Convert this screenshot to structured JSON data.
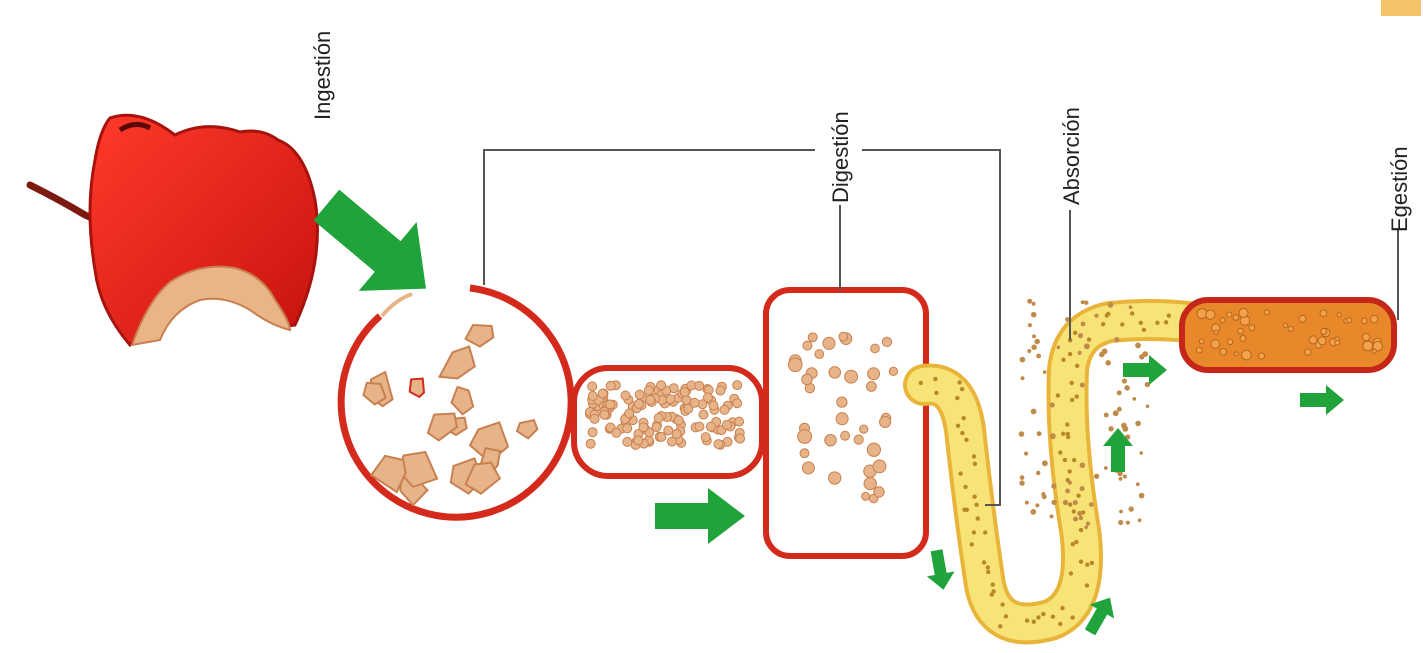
{
  "labels": {
    "ingestion": "Ingestión",
    "digestion": "Digestión",
    "absorption": "Absorción",
    "egestion": "Egestión"
  },
  "colors": {
    "apple_red": "#e8201a",
    "apple_flesh": "#e9b486",
    "chamber_outline": "#d42a1c",
    "food_particle": "#e7b489",
    "intestine_fill": "#f6e06a",
    "intestine_outline": "#e8b43a",
    "colon_fill": "#e8882a",
    "arrow_green": "#1fa33a",
    "leader_line": "#555555"
  }
}
